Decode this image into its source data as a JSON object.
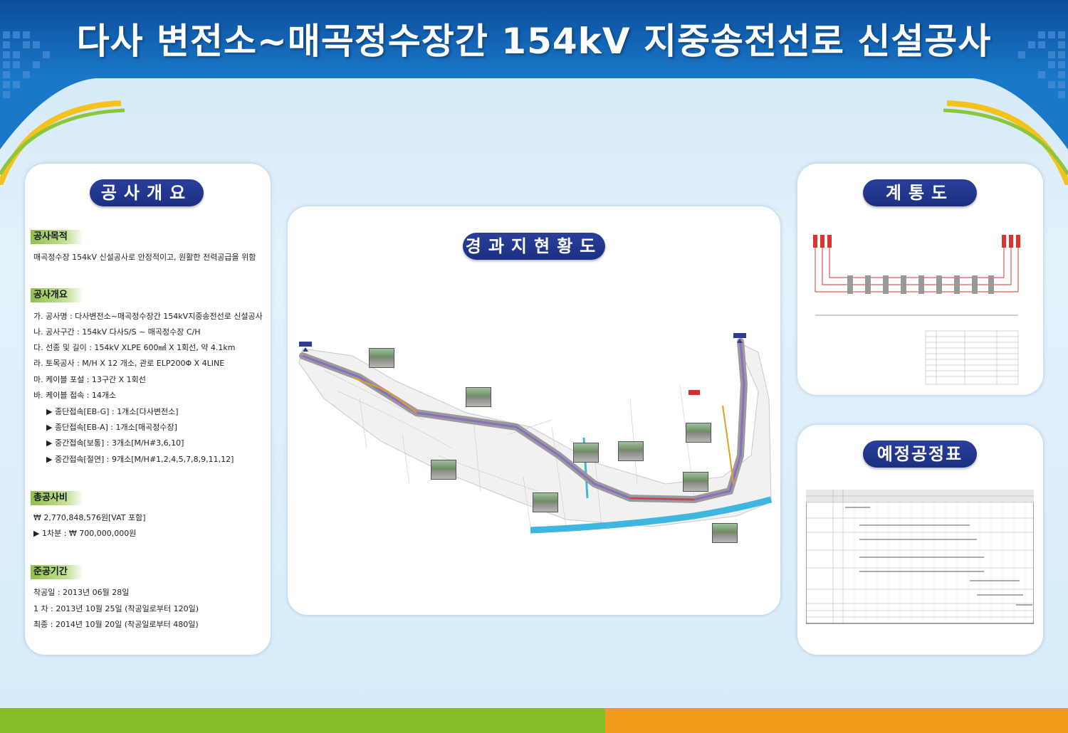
{
  "title": "다사 변전소~매곡정수장간 154kV 지중송전선로 신설공사",
  "colors": {
    "header_blue": "#1467b8",
    "pill_navy": "#1b2f82",
    "tag_green": "#8fc04a",
    "bottom_green": "#86bc27",
    "bottom_orange": "#f29a1a"
  },
  "overview": {
    "heading": "공사개요",
    "purpose": {
      "tag": "공사목적",
      "text": "매곡정수장 154kV 신설공사로 안정적이고, 원활한 전력공급을 위함"
    },
    "summary": {
      "tag": "공사개요",
      "lines": [
        "가. 공사명 : 다사변전소~매곡정수장간 154kV지중송전선로 신설공사",
        "나. 공사구간 : 154kV 다사S/S ~ 매곡정수장 C/H",
        "다. 선종 및 길이 : 154kV XLPE 600㎟ X 1회선, 약 4.1km",
        "라. 토목공사 : M/H X 12 개소, 관로 ELP200Φ X 4LINE",
        "마. 케이블 포설 : 13구간 X 1회선",
        "바. 케이블 접속 : 14개소"
      ],
      "sub_lines": [
        "▶ 종단접속[EB-G] : 1개소[다사변전소]",
        "▶ 종단접속[EB-A] : 1개소[매곡정수장]",
        "▶ 중간접속[보통] : 3개소[M/H#3,6,10]",
        "▶ 중간접속[절연] : 9개소[M/H#1,2,4,5,7,8,9,11,12]"
      ]
    },
    "cost": {
      "tag": "총공사비",
      "total": "₩ 2,770,848,576원[VAT 포함]",
      "first": "▶ 1차분 : ₩ 700,000,000원"
    },
    "period": {
      "tag": "준공기간",
      "lines": [
        "착공일 : 2013년 06월 28일",
        "1 차 : 2013년 10월 25일 (착공일로부터 120일)",
        "최종 : 2014년 10월 20일 (착공일로부터 480일)"
      ]
    }
  },
  "route": {
    "heading": "경과지현황도"
  },
  "system": {
    "heading": "계통도"
  },
  "schedule": {
    "heading": "예정공정표"
  }
}
